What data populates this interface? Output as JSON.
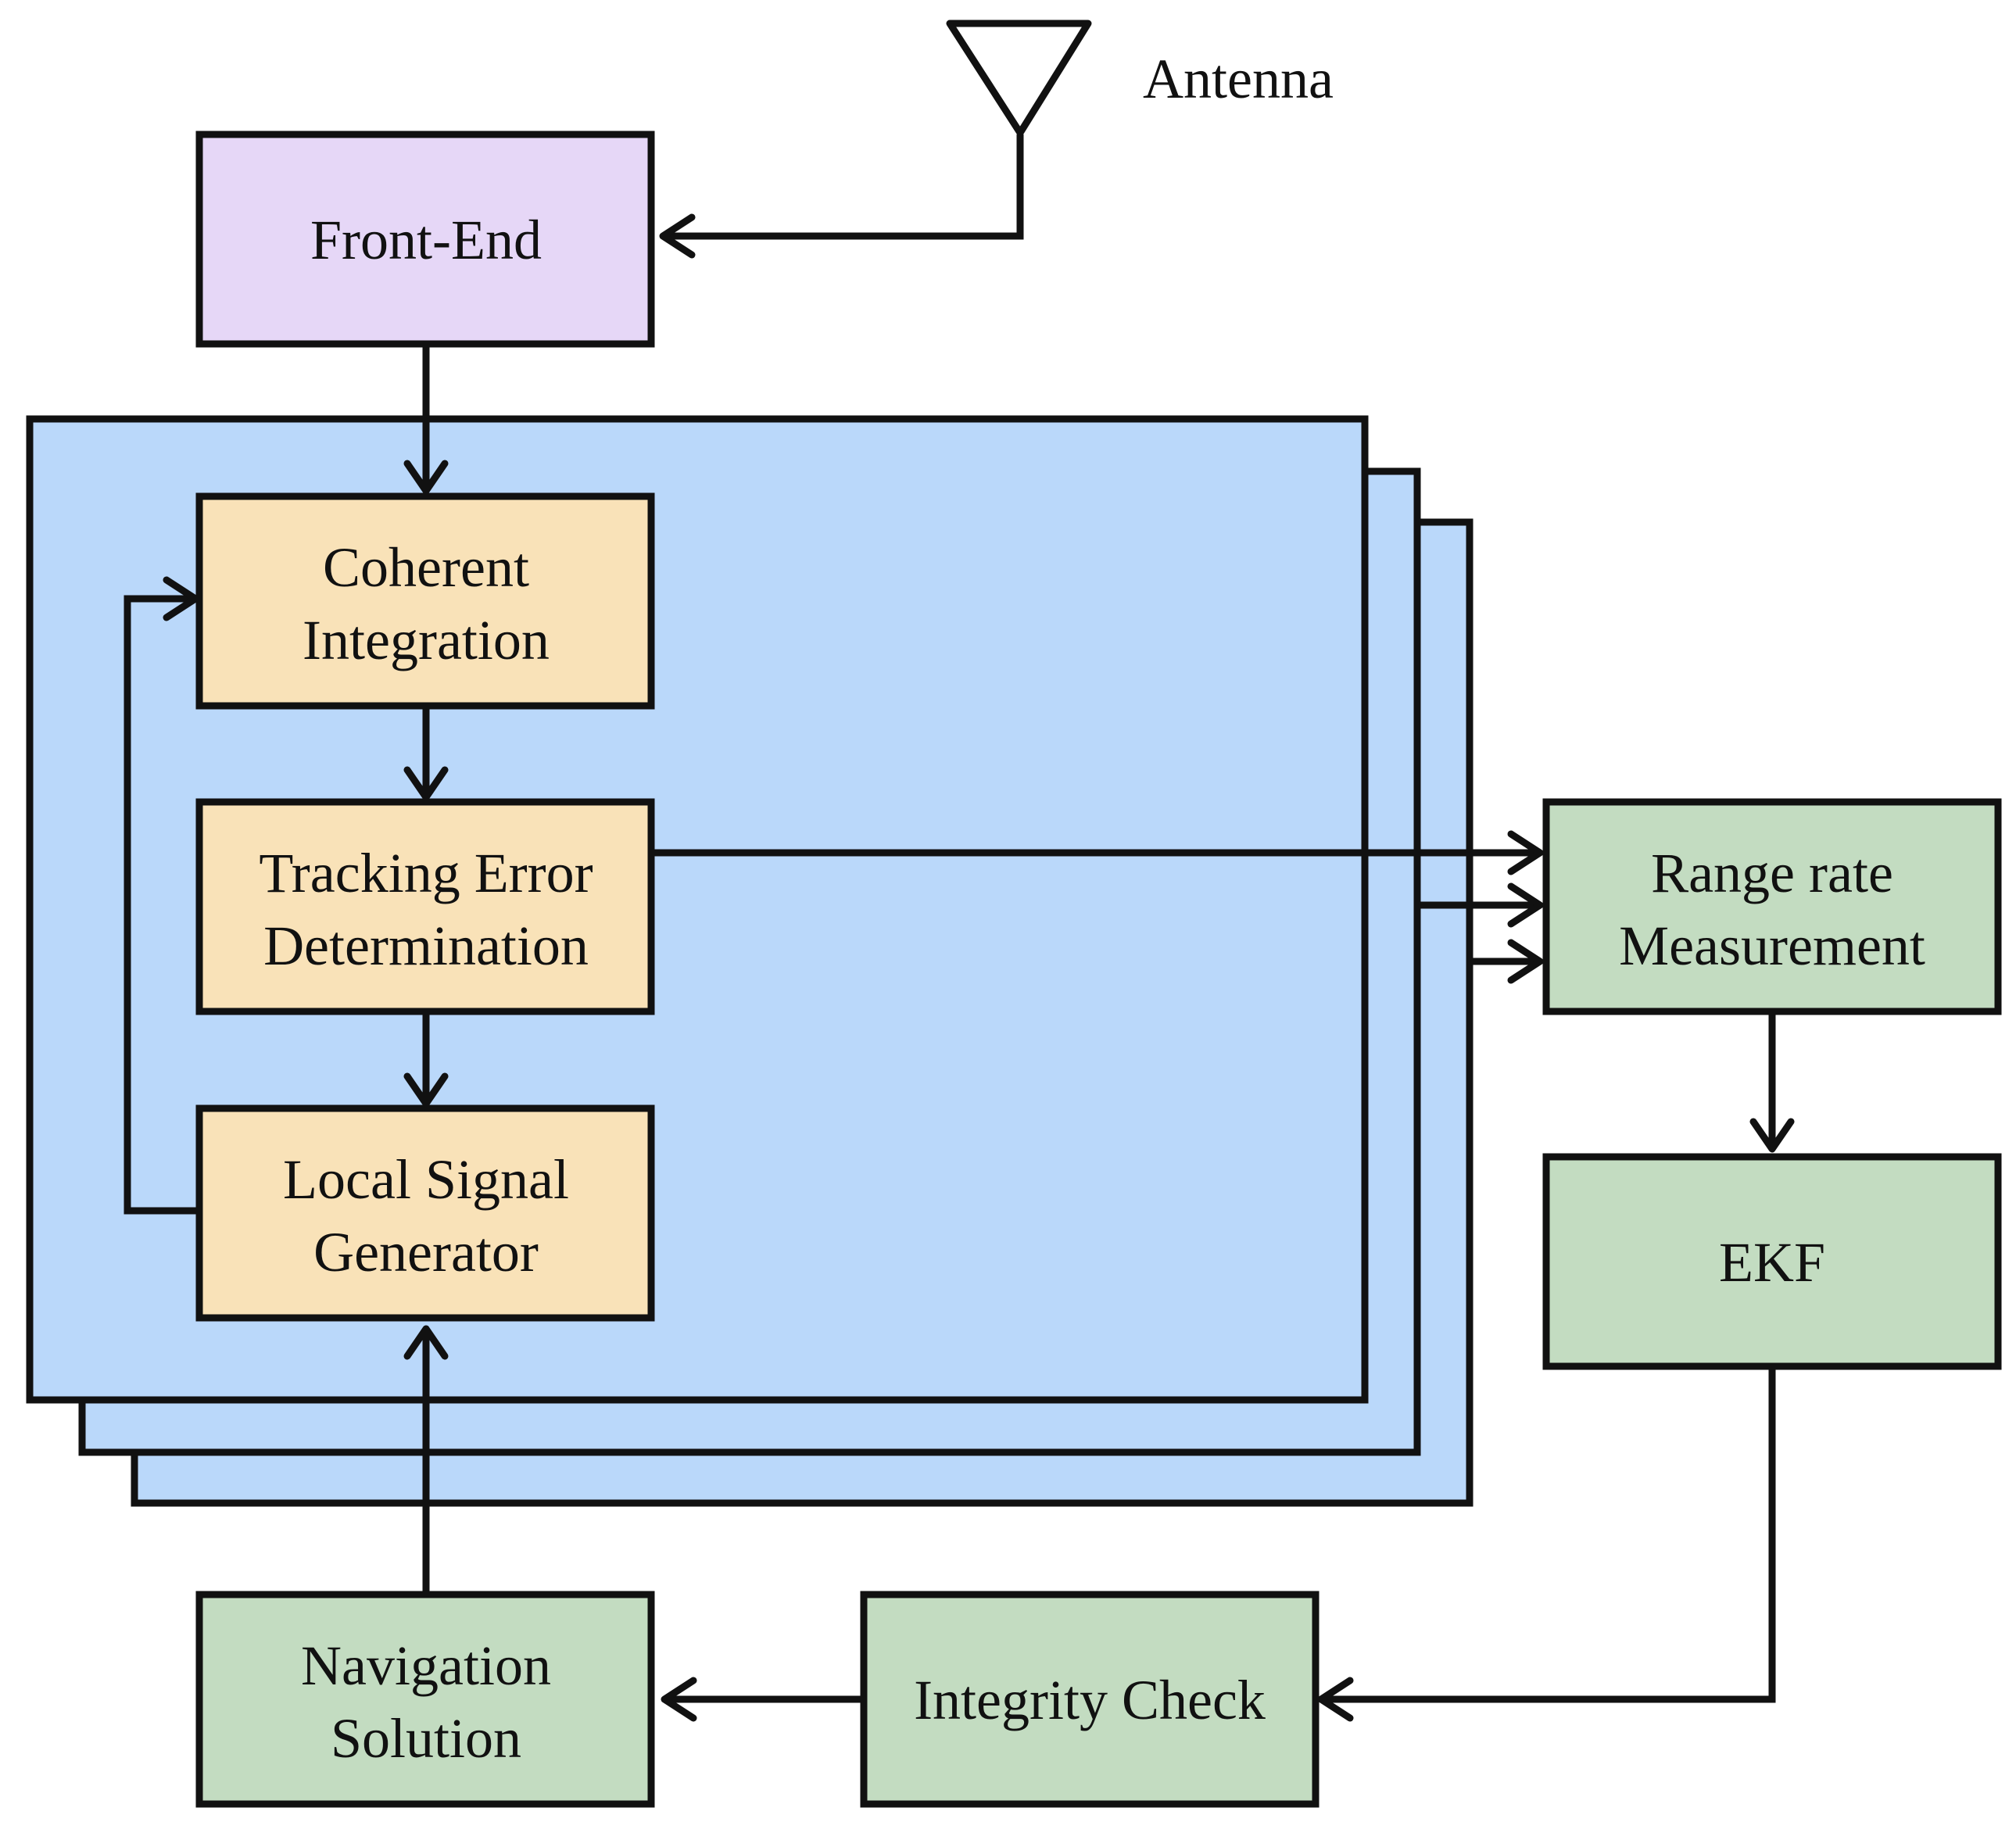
{
  "colors": {
    "front_end": "#e6d7f7",
    "channel_panel": "#bad8fa",
    "tracking_block": "#f9e2b8",
    "nav_block": "#c3dcc1",
    "stroke": "#111111"
  },
  "antenna": {
    "label": "Antenna",
    "icon": "antenna-icon"
  },
  "front_end": {
    "label": "Front-End"
  },
  "tracking_loop": {
    "coherent_integration": {
      "line1": "Coherent",
      "line2": "Integration"
    },
    "tracking_error": {
      "line1": "Tracking Error",
      "line2": "Determination"
    },
    "local_signal": {
      "line1": "Local Signal",
      "line2": "Generator"
    }
  },
  "range_rate": {
    "line1": "Range rate",
    "line2": "Measurement"
  },
  "ekf": {
    "label": "EKF"
  },
  "integrity_check": {
    "label": "Integrity Check"
  },
  "navigation_solution": {
    "line1": "Navigation",
    "line2": "Solution"
  }
}
